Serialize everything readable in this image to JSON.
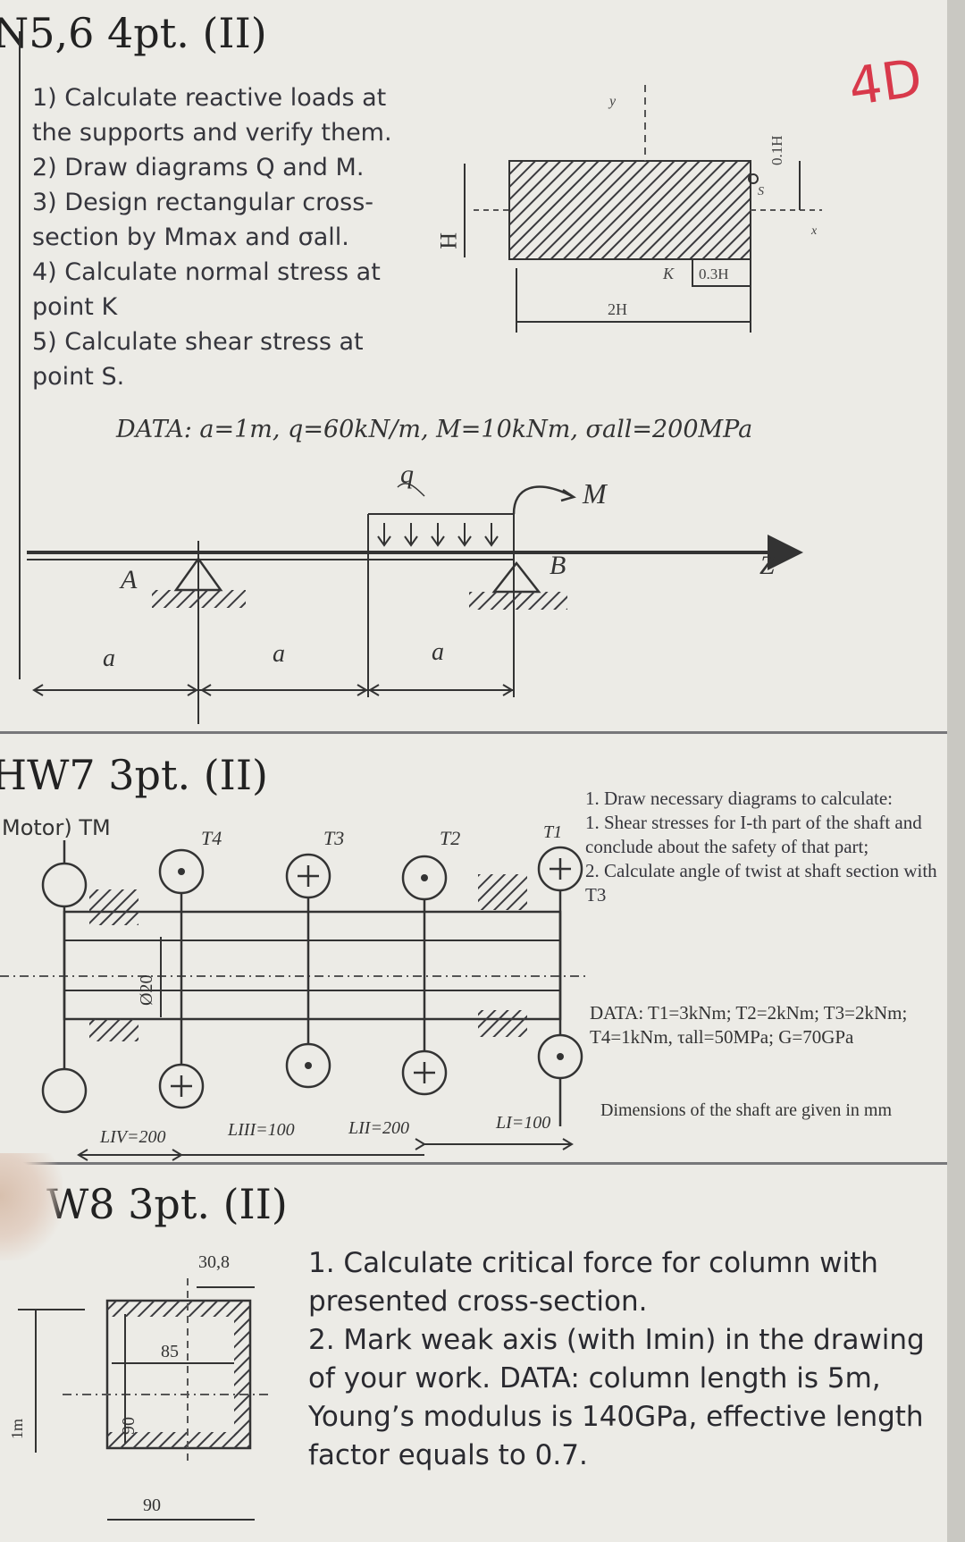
{
  "grade": "4D",
  "hw56": {
    "title": "N5,6 4pt. (II)",
    "tasks": [
      "1) Calculate reactive loads at",
      "the supports and verify them.",
      "2) Draw diagrams Q and M.",
      "3) Design rectangular cross-",
      "section by Mmax and σall.",
      "4) Calculate normal stress at",
      "point K",
      "5) Calculate shear stress at",
      "point S."
    ],
    "data": "DATA: a=1m, q=60kN/m, M=10kNm, σall=200MPa",
    "section": {
      "height": "H",
      "width": "2H",
      "point_k": "K",
      "k_offset": "0.3H",
      "s_offset": "0.1H",
      "point_s": "S",
      "y_axis": "y",
      "x_axis": "x"
    },
    "beam": {
      "q_label": "q",
      "m_label": "M",
      "support_a": "A",
      "support_b": "B",
      "axis_z": "Z",
      "span_a": "a"
    }
  },
  "hw7": {
    "title": "HW7 3pt. (II)",
    "motor_label": "Motor) TM",
    "tasks": [
      "1. Draw necessary diagrams to calculate:",
      "1. Shear stresses for I-th part of the shaft and conclude about the safety of that part;",
      "2. Calculate angle of twist at shaft section with T3"
    ],
    "data": "DATA: T1=3kNm; T2=2kNm; T3=2kNm; T4=1kNm, τall=50MPa; G=70GPa",
    "dims_note": "Dimensions of the shaft are given in mm",
    "shaft": {
      "t1": "T1",
      "t2": "T2",
      "t3": "T3",
      "t4": "T4",
      "diameter": "Ø20",
      "l4": "LIV=200",
      "l3": "LIII=100",
      "l2": "LII=200",
      "l1": "LI=100"
    }
  },
  "hw8": {
    "title": "W8 3pt. (II)",
    "tasks": [
      "1. Calculate critical force for column with presented cross-section.",
      "2. Mark weak axis (with Imin) in the drawing of your work. DATA: column length is 5m, Young’s modulus is 140GPa, effective length factor equals to 0.7."
    ],
    "section": {
      "dim_85": "85",
      "dim_90": "90",
      "thickness": "30,8",
      "length_mark": "1m"
    }
  }
}
